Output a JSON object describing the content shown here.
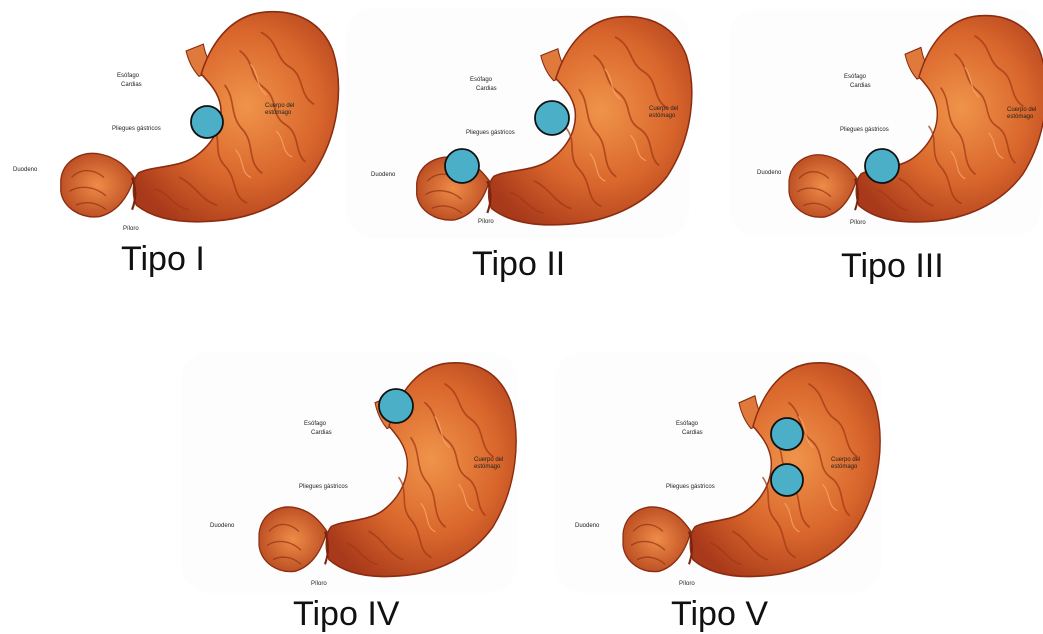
{
  "colors": {
    "ulcer_fill": "#4aafc7",
    "ulcer_stroke": "#111111",
    "stomach_light": "#e8803a",
    "stomach_dark": "#b8411b",
    "stomach_outline": "#8a2c10"
  },
  "anatomy_labels": {
    "esofago": "Esófago",
    "cardias": "Cardias",
    "cuerpo_line1": "Cuerpo del",
    "cuerpo_line2": "estómago",
    "pliegues": "Pliegues gástricos",
    "duodeno": "Duodeno",
    "piloro": "Píloro"
  },
  "panels": [
    {
      "id": "tipo-1",
      "label": "Tipo I"
    },
    {
      "id": "tipo-2",
      "label": "Tipo II"
    },
    {
      "id": "tipo-3",
      "label": "Tipo III"
    },
    {
      "id": "tipo-4",
      "label": "Tipo IV"
    },
    {
      "id": "tipo-5",
      "label": "Tipo V"
    }
  ]
}
